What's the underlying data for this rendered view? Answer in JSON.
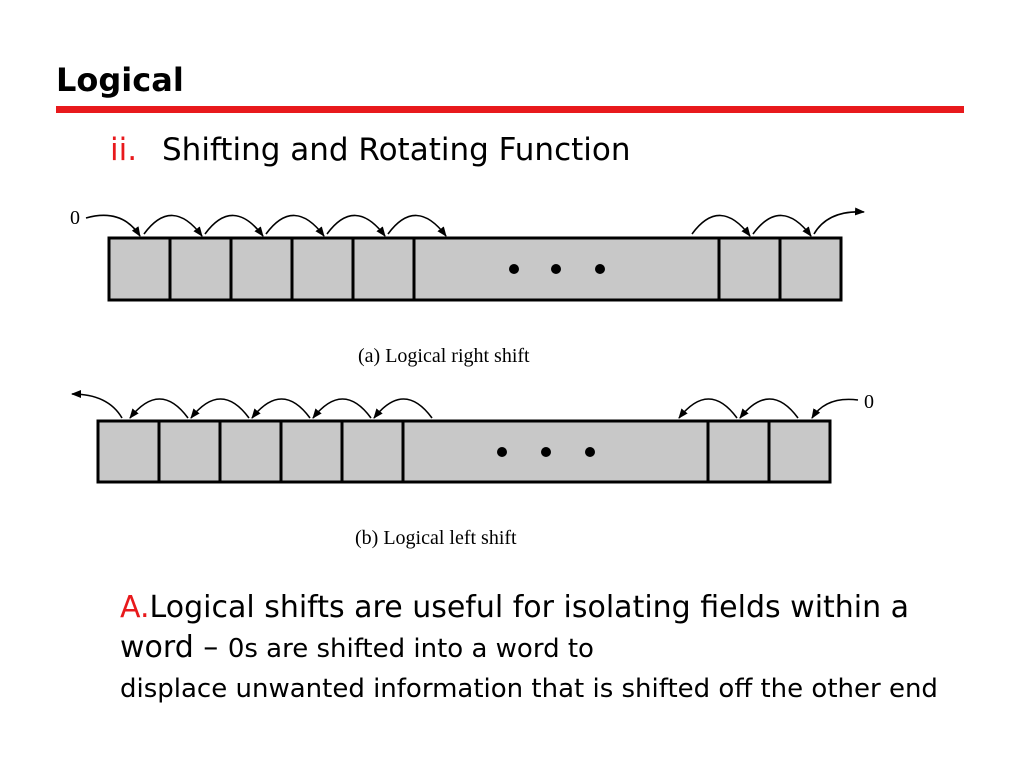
{
  "slide": {
    "title": "Logical"
  },
  "subheading": {
    "marker": "ii.",
    "text": "Shifting and Rotating Function"
  },
  "diagram_a": {
    "input_label": "0",
    "caption": "(a) Logical right shift"
  },
  "diagram_b": {
    "input_label": "0",
    "caption": "(b) Logical left shift"
  },
  "bullet": {
    "marker": "A.",
    "lead": "Logical shifts are useful for isolating fields within a word –",
    "detail_first": "0s are shifted into a word to",
    "detail_rest": "displace unwanted information that is shifted off the other end"
  },
  "colors": {
    "accent": "#e8191c",
    "cell_fill": "#c8c8c8"
  }
}
